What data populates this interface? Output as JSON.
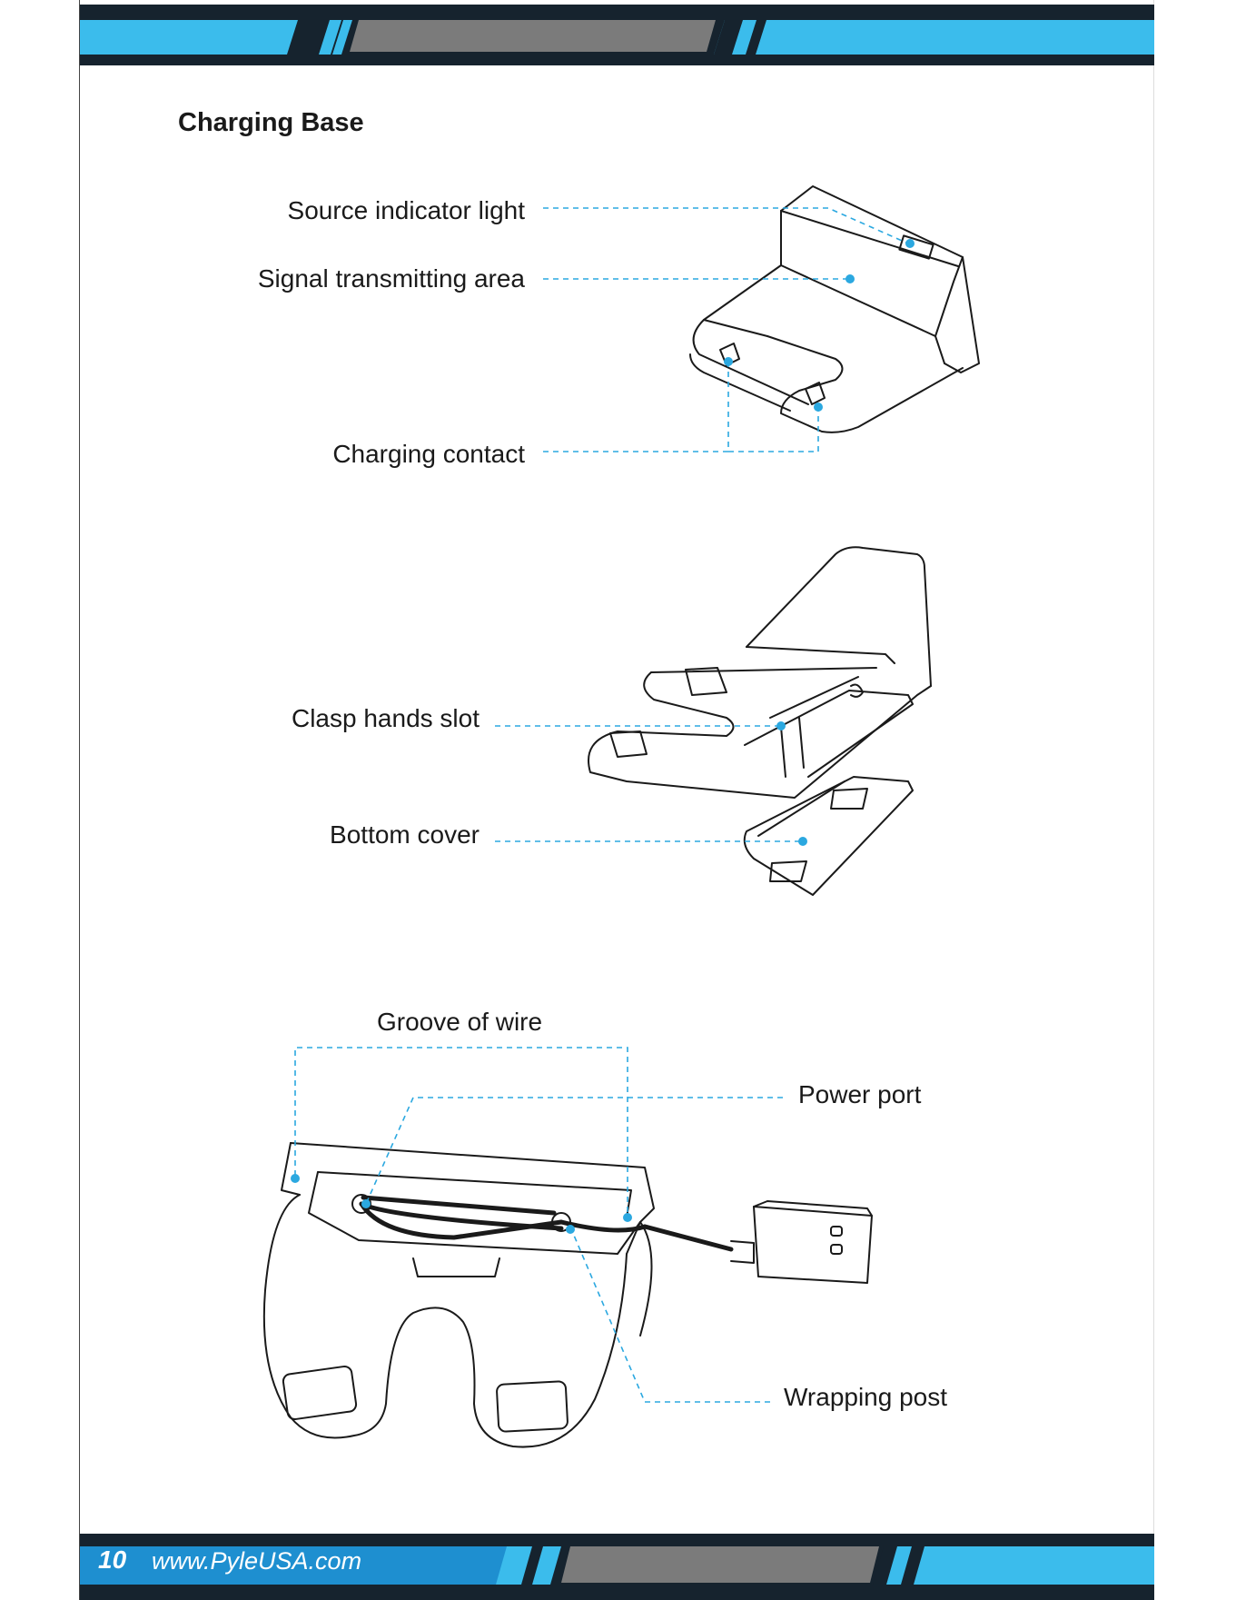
{
  "page": {
    "title": "Charging Base",
    "page_number": "10",
    "website": "www.PyleUSA.com"
  },
  "figure1": {
    "labels": {
      "source_indicator_light": "Source indicator light",
      "signal_transmitting_area": "Signal transmitting area",
      "charging_contact": "Charging contact"
    }
  },
  "figure2": {
    "labels": {
      "clasp_hands_slot": "Clasp hands slot",
      "bottom_cover": "Bottom cover"
    }
  },
  "figure3": {
    "labels": {
      "groove_of_wire": "Groove of wire",
      "power_port": "Power port",
      "wrapping_post": "Wrapping post"
    }
  },
  "colors": {
    "band_blue": "#3bbcec",
    "band_dark": "#16232e",
    "band_gray": "#7b7b7b",
    "leader_blue": "#2ba8e0",
    "footer_blue": "#1e8fd0"
  }
}
